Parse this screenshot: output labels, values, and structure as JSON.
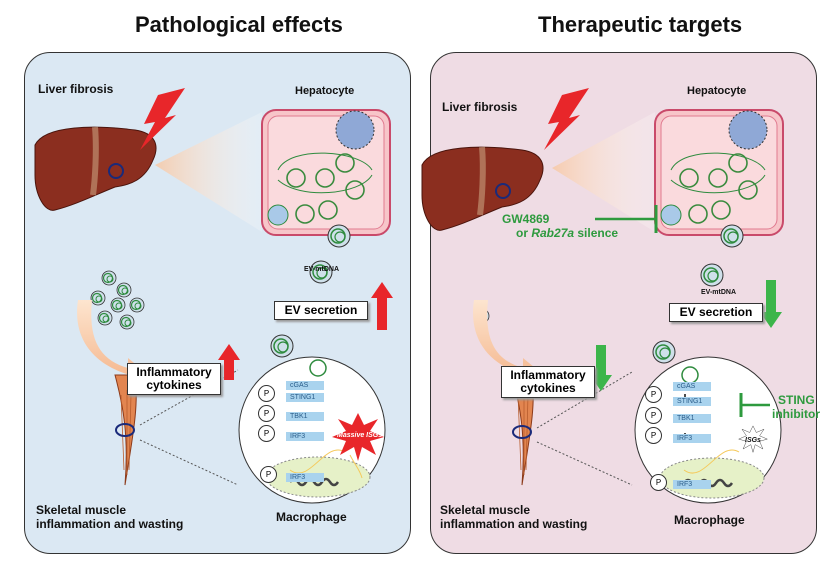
{
  "left": {
    "title": "Pathological effects",
    "liver_fibrosis": "Liver fibrosis",
    "hepatocyte": "Hepatocyte",
    "ev_mtdna": "EV-mtDNA",
    "ev_secretion": "EV secretion",
    "inflammatory": "Inflammatory",
    "cytokines": "cytokines",
    "cgas": "cGAS",
    "sting1": "STING1",
    "tbk1": "TBK1",
    "irf3": "IRF3",
    "irf3b": "IRF3",
    "p": "P",
    "isgs": "Massive ISGs",
    "muscle_line1": "Skeletal muscle",
    "muscle_line2": "inflammation and wasting",
    "macrophage": "Macrophage"
  },
  "right": {
    "title": "Therapeutic targets",
    "liver_fibrosis": "Liver fibrosis",
    "hepatocyte": "Hepatocyte",
    "gw4869": "GW4869",
    "or": "or ",
    "rab27a": "Rab27a",
    "silence": " silence",
    "ev_mtdna": "EV-mtDNA",
    "ev_secretion": "EV secretion",
    "inflammatory": "Inflammatory",
    "cytokines": "cytokines",
    "cgas": "cGAS",
    "sting1": "STING1",
    "tbk1": "TBK1",
    "irf3": "IRF3",
    "irf3b": "IRF3",
    "p": "P",
    "isgs": "ISGs",
    "sting": "STING",
    "inhibitor": "inhibitor",
    "muscle_line1": "Skeletal muscle",
    "muscle_line2": "inflammation and wasting",
    "macrophage": "Macrophage"
  },
  "colors": {
    "left_bg": "#dbe8f3",
    "right_bg": "#efdce4",
    "up_arrow": "#e8262a",
    "down_arrow": "#3cb54a",
    "inhibit": "#2e9a3e",
    "pill": "#a9d3ee"
  }
}
